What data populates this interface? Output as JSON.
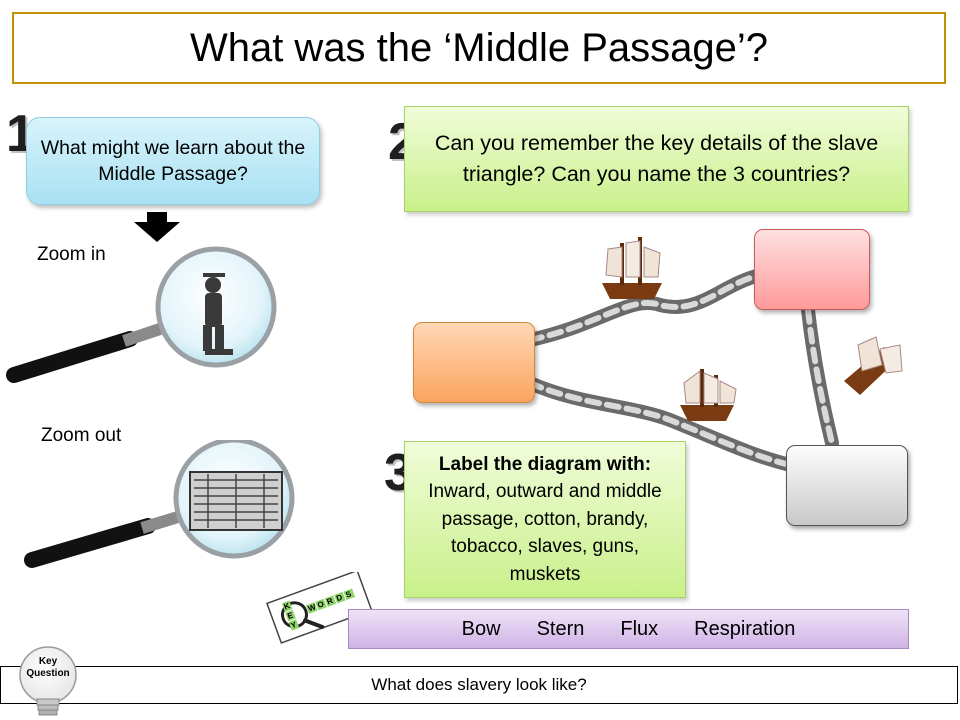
{
  "title": "What was the ‘Middle Passage’?",
  "step1": {
    "number": "1",
    "question": "What might we learn about the Middle Passage?"
  },
  "step2": {
    "number": "2",
    "question": "Can you remember the key details of the slave triangle? Can you name the 3 countries?"
  },
  "step3": {
    "number": "3",
    "heading": "Label the diagram with:",
    "body": "Inward, outward and middle passage, cotton, brandy, tobacco, slaves, guns, muskets"
  },
  "zoom": {
    "in_label": "Zoom in",
    "out_label": "Zoom out"
  },
  "keywords": {
    "badge_letters": [
      "K",
      "E",
      "Y",
      "W",
      "O",
      "R",
      "D",
      "S"
    ],
    "items": [
      "Bow",
      "Stern",
      "Flux",
      "Respiration"
    ]
  },
  "key_question": {
    "label_line1": "Key",
    "label_line2": "Question",
    "text": "What does slavery look like?"
  },
  "diagram": {
    "box_colors": {
      "africa": "#fba45f",
      "top": "#ff9a9a",
      "bottom": "#c9c9c9"
    }
  }
}
